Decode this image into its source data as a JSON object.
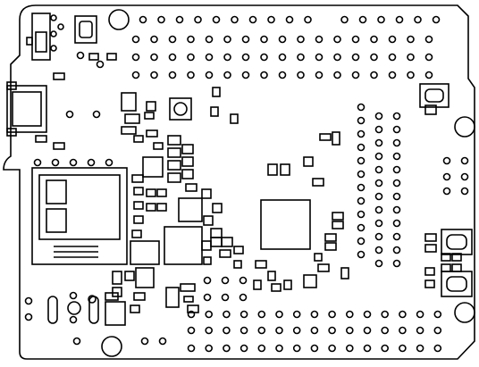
{
  "board": {
    "stroke_color": "#000000",
    "fill_color": "#ffffff"
  },
  "components": {
    "usb_port": "micro-usb-connector",
    "sd_slot": "microsd-card-slot",
    "main_ic": "main-ic-package",
    "tactile_buttons": "tactile-switch",
    "header_holes": "header-pin-hole"
  }
}
